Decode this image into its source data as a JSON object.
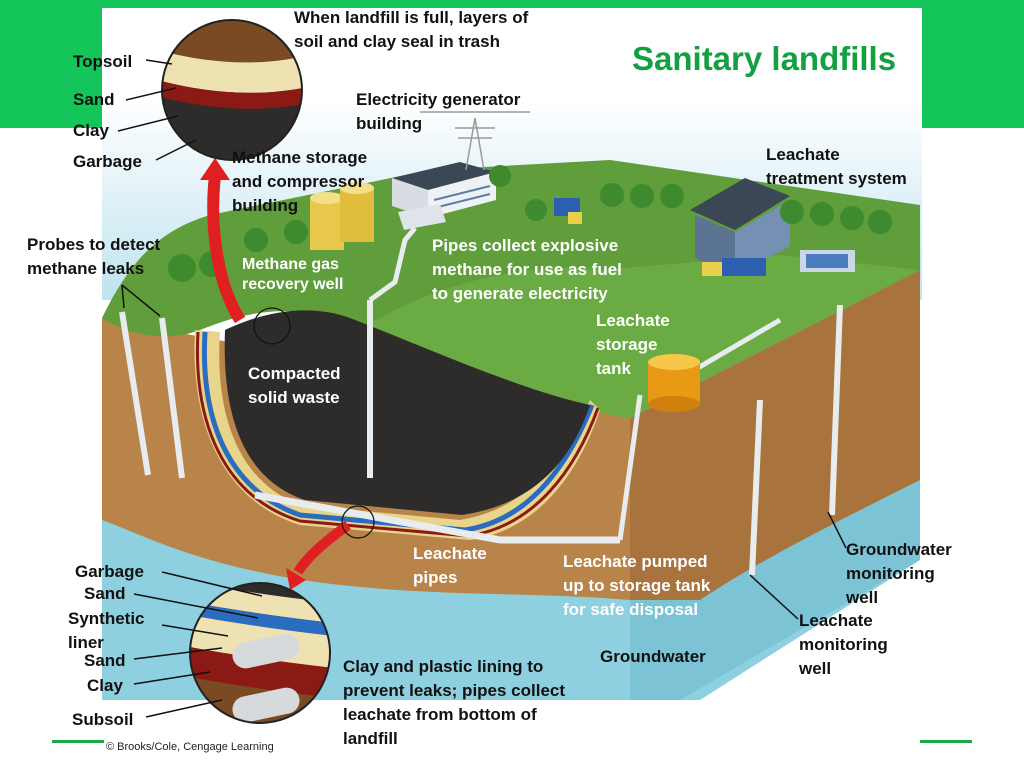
{
  "title": "Sanitary landfills",
  "credit": "© Brooks/Cole, Cengage Learning",
  "top_inset": {
    "caption": "When landfill is full, layers of\nsoil and clay seal in trash",
    "layers": [
      "Topsoil",
      "Sand",
      "Clay",
      "Garbage"
    ]
  },
  "bottom_inset": {
    "caption": "Clay and plastic lining to\nprevent leaks; pipes collect\nleachate from bottom of\nlandfill",
    "layers": [
      "Garbage",
      "Sand",
      "Synthetic\nliner",
      "Sand",
      "Clay",
      "Subsoil"
    ]
  },
  "labels": {
    "electricity": "Electricity generator\nbuilding",
    "methane_storage": "Methane storage\nand compressor\nbuilding",
    "leachate_treatment": "Leachate\ntreatment system",
    "probes": "Probes to detect\nmethane leaks",
    "methane_well": "Methane gas\nrecovery well",
    "pipes_collect": "Pipes collect explosive\nmethane for use as fuel\nto generate electricity",
    "leachate_tank": "Leachate\nstorage\ntank",
    "compacted": "Compacted\nsolid waste",
    "leachate_pipes": "Leachate\npipes",
    "leachate_pumped": "Leachate pumped\nup to storage tank\nfor safe disposal",
    "groundwater": "Groundwater",
    "gw_monitoring": "Groundwater\nmonitoring\nwell",
    "leachate_monitoring": "Leachate\nmonitoring\nwell"
  },
  "colors": {
    "band": "#14c55a",
    "title": "#12a040",
    "grass": "#5f9e3a",
    "soil": "#b8844a",
    "waste": "#2e2c2a",
    "groundwater": "#8fd0e0",
    "clay": "#8b1a14",
    "liner": "#2a6cc0"
  }
}
